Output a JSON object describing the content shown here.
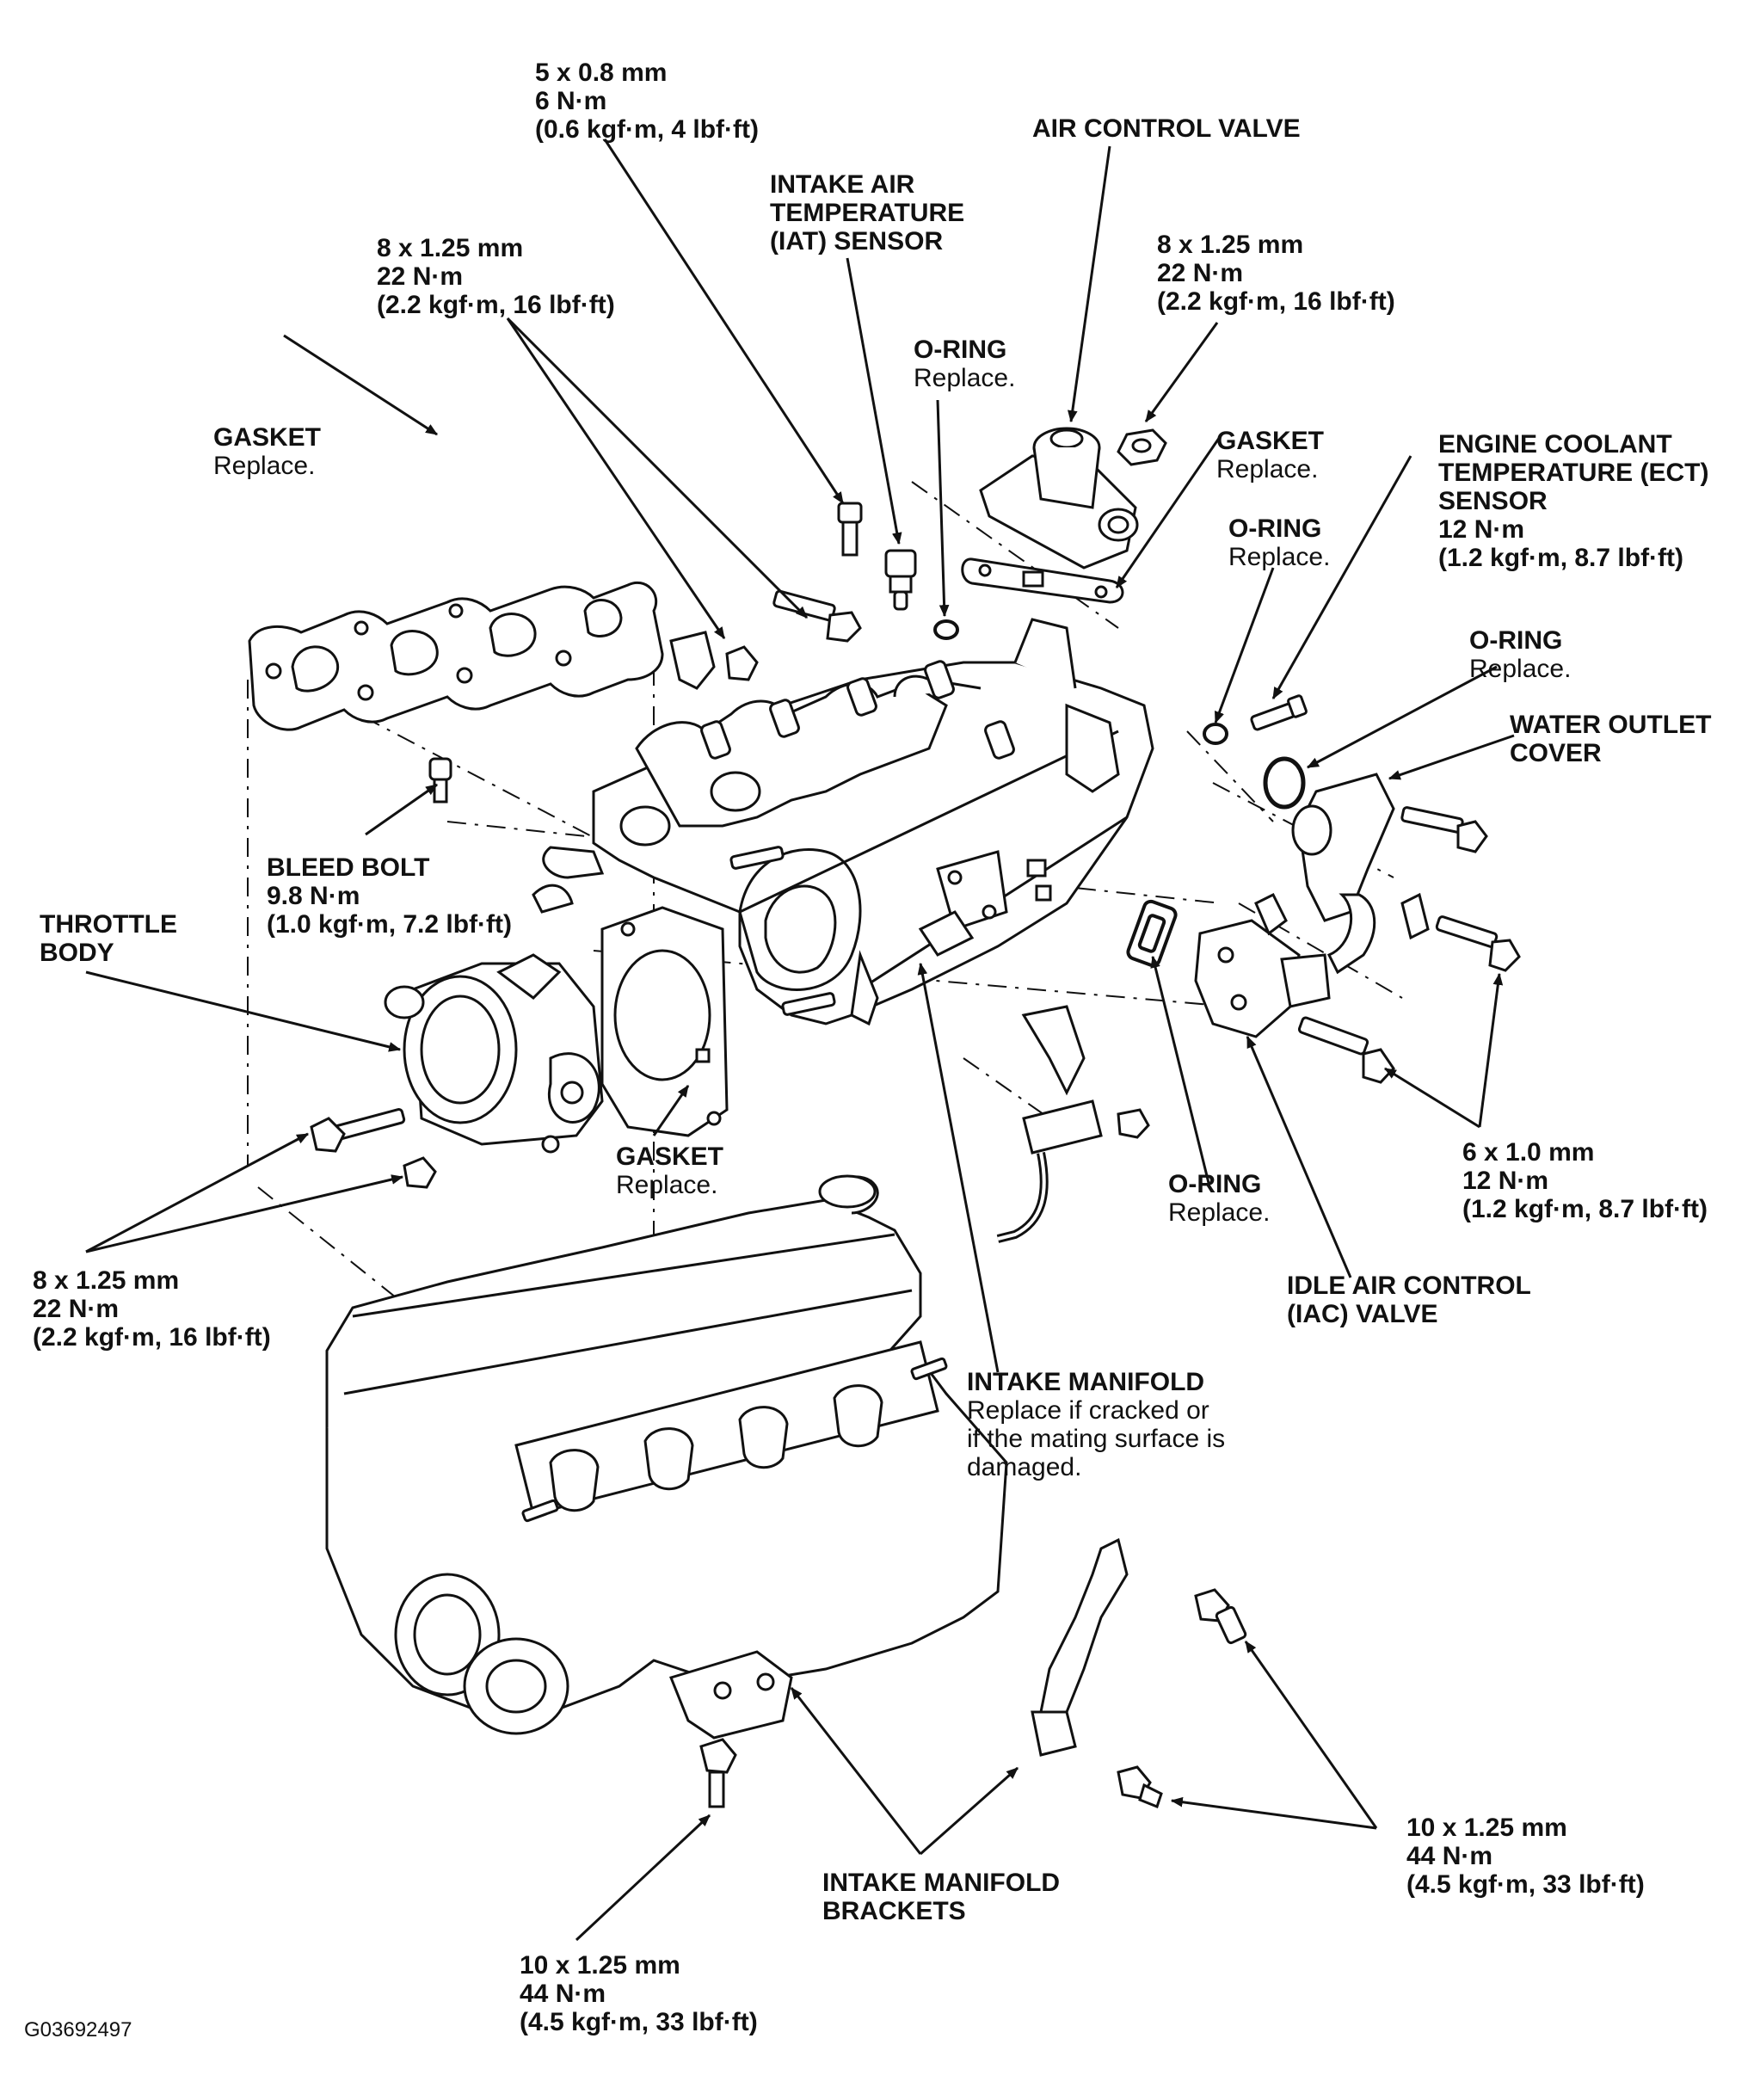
{
  "figure_id": "G03692497",
  "labels": {
    "bolt_5x08": {
      "title": [
        "5 x 0.8 mm",
        "6 N·m",
        "(0.6 kgf·m, 4 lbf·ft)"
      ],
      "desc": []
    },
    "air_control_valve": {
      "title": [
        "AIR CONTROL VALVE"
      ],
      "desc": []
    },
    "iat_sensor": {
      "title": [
        "INTAKE AIR",
        "TEMPERATURE",
        "(IAT) SENSOR"
      ],
      "desc": []
    },
    "bolt_8x125_top": {
      "title": [
        "8 x 1.25 mm",
        "22 N·m",
        "(2.2 kgf·m, 16 lbf·ft)"
      ],
      "desc": []
    },
    "bolt_8x125_right": {
      "title": [
        "8 x 1.25 mm",
        "22 N·m",
        "(2.2 kgf·m, 16 lbf·ft)"
      ],
      "desc": []
    },
    "o_ring_iat": {
      "title": [
        "O-RING"
      ],
      "desc": [
        "Replace."
      ]
    },
    "gasket_manifold": {
      "title": [
        "GASKET"
      ],
      "desc": [
        "Replace."
      ]
    },
    "gasket_acv": {
      "title": [
        "GASKET"
      ],
      "desc": [
        "Replace."
      ]
    },
    "o_ring_ect": {
      "title": [
        "O-RING"
      ],
      "desc": [
        "Replace."
      ]
    },
    "ect_sensor": {
      "title": [
        "ENGINE COOLANT",
        "TEMPERATURE (ECT)",
        "SENSOR",
        "12 N·m",
        "(1.2 kgf·m, 8.7 lbf·ft)"
      ],
      "desc": []
    },
    "o_ring_water": {
      "title": [
        "O-RING"
      ],
      "desc": [
        "Replace."
      ]
    },
    "water_outlet": {
      "title": [
        "WATER OUTLET",
        "COVER"
      ],
      "desc": []
    },
    "bleed_bolt": {
      "title": [
        "BLEED BOLT",
        "9.8 N·m",
        "(1.0 kgf·m, 7.2 lbf·ft)"
      ],
      "desc": []
    },
    "throttle_body": {
      "title": [
        "THROTTLE",
        "BODY"
      ],
      "desc": []
    },
    "gasket_throttle": {
      "title": [
        "GASKET"
      ],
      "desc": [
        "Replace."
      ]
    },
    "bolt_6x10": {
      "title": [
        "6 x 1.0 mm",
        "12 N·m",
        "(1.2 kgf·m, 8.7 lbf·ft)"
      ],
      "desc": []
    },
    "o_ring_iac": {
      "title": [
        "O-RING"
      ],
      "desc": [
        "Replace."
      ]
    },
    "iac_valve": {
      "title": [
        "IDLE AIR CONTROL",
        "(IAC) VALVE"
      ],
      "desc": []
    },
    "bolt_8x125_left": {
      "title": [
        "8 x 1.25 mm",
        "22 N·m",
        "(2.2 kgf·m, 16 lbf·ft)"
      ],
      "desc": []
    },
    "intake_manifold": {
      "title": [
        "INTAKE MANIFOLD"
      ],
      "desc": [
        "Replace if cracked or",
        " if the mating surface is",
        "damaged."
      ]
    },
    "brackets": {
      "title": [
        "INTAKE MANIFOLD",
        "BRACKETS"
      ],
      "desc": []
    },
    "bolt_10x125_bottom": {
      "title": [
        "10 x 1.25 mm",
        "44 N·m",
        "(4.5 kgf·m, 33 lbf·ft)"
      ],
      "desc": []
    },
    "bolt_10x125_right": {
      "title": [
        "10 x 1.25 mm",
        "44 N·m",
        "(4.5 kgf·m, 33 lbf·ft)"
      ],
      "desc": []
    }
  }
}
